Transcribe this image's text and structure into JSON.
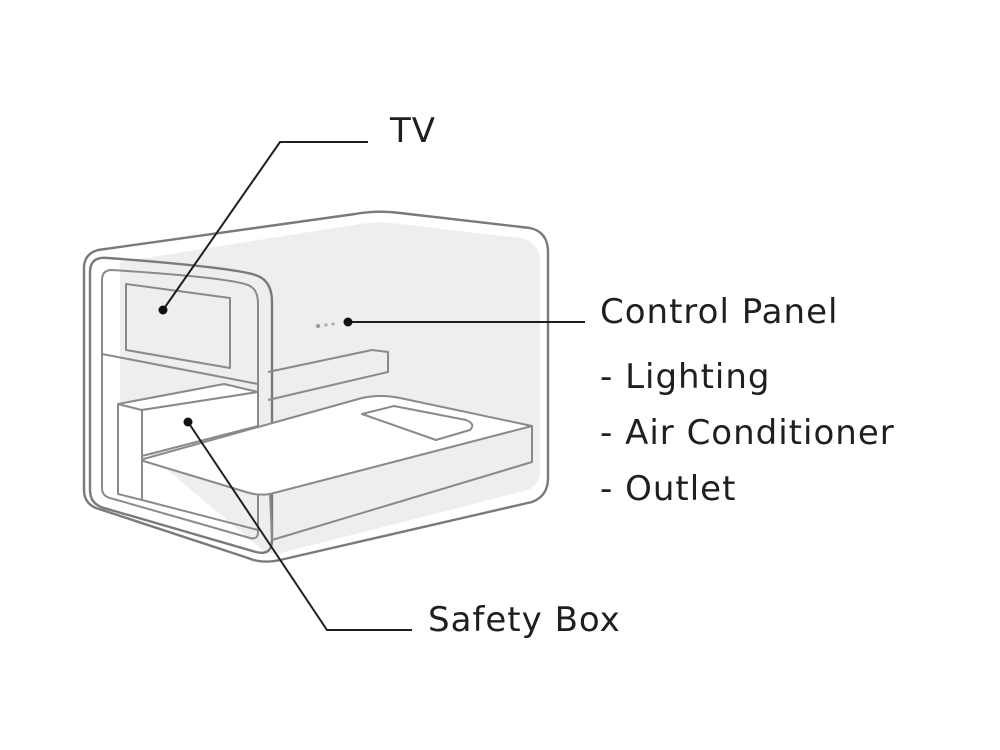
{
  "diagram": {
    "labels": {
      "tv": "TV",
      "control_panel": "Control Panel",
      "control_items": [
        "- Lighting",
        "- Air Conditioner",
        "- Outlet"
      ],
      "safety_box": "Safety Box"
    },
    "colors": {
      "outline": "#8a8a8a",
      "interior_fill": "#eeeeee",
      "leader_line": "#1f1f1f",
      "text": "#1f1f1f"
    }
  }
}
